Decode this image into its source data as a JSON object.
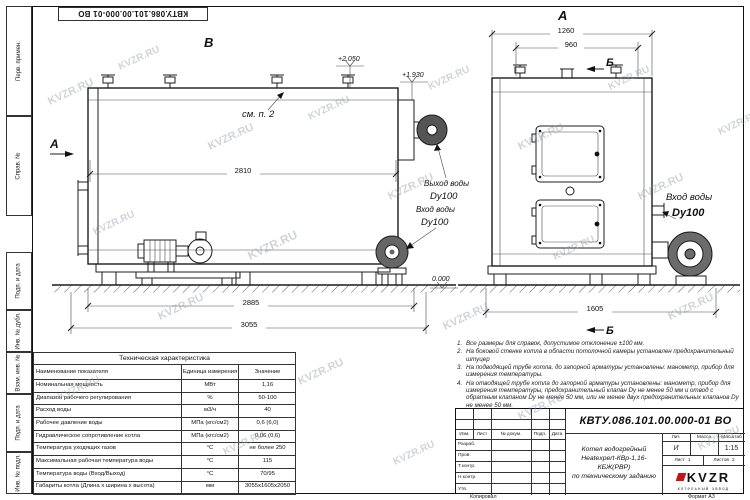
{
  "watermark": {
    "text": "KVZR.RU"
  },
  "frame": {
    "left_fields": [
      "Перв. примен.",
      "Справ. №",
      "Подп. и дата",
      "Инв. № дубл.",
      "Взам. инв. №",
      "Подп. и дата",
      "Инв. № подл."
    ]
  },
  "views": {
    "side_view_label": "В",
    "front_view_label": "А",
    "view_arrow_label": "А",
    "section_label": "Б",
    "see_note": "см. п. 2",
    "elev_top": "+2.050",
    "elev_duct": "+1.930",
    "elev_zero": "0.000",
    "water_outlet": "Выход воды",
    "water_inlet": "Вход воды",
    "dn": "Dy100"
  },
  "dims": {
    "l1": "2810",
    "l2": "2885",
    "l3": "3055",
    "w1": "1260",
    "w2": "960",
    "w3": "1605"
  },
  "notes": {
    "items": [
      {
        "n": "1.",
        "text": "Все размеры для справок, допустимое отклонение ±100 мм."
      },
      {
        "n": "2.",
        "text": "На боковой стенке котла в области потолочной камеры установлен предохранительный штуцер"
      },
      {
        "n": "3.",
        "text": "На подводящей трубе котла, до запорной арматуры установлены: манометр, прибор для измерения температуры."
      },
      {
        "n": "4.",
        "text": "На отводящей трубе котла до запорной арматуры установлены: манометр, прибор для измерения температуры, предохранительный клапан Dy не менее 50 мм и отвод с обратным клапаном Dy не менее 50 мм, или не менее двух предохранительных клапанов Dy не менее 50 мм."
      }
    ]
  },
  "table": {
    "title": "Техническая характеристика",
    "headers": {
      "name": "Наименование показателя",
      "unit": "Единица измерения",
      "value": "Значение"
    },
    "rows": [
      {
        "name": "Номинальная мощность",
        "unit": "МВт",
        "value": "1,16"
      },
      {
        "name": "Диапазон рабочего регулирования",
        "unit": "%",
        "value": "50-100"
      },
      {
        "name": "Расход воды",
        "unit": "м3/ч",
        "value": "40"
      },
      {
        "name": "Рабочее давление воды",
        "unit": "МПа (кгс/см2)",
        "value": "0,6 (6,0)"
      },
      {
        "name": "Гидравлическое сопротивление котла",
        "unit": "МПа (кгс/см2)",
        "value": "0,06 (0,6)"
      },
      {
        "name": "Температура уходящих газов",
        "unit": "°С",
        "value": "не более 250"
      },
      {
        "name": "Максимальная рабочая температура воды",
        "unit": "°С",
        "value": "115"
      },
      {
        "name": "Температура воды (Вход/Выход)",
        "unit": "°С",
        "value": "70/95"
      },
      {
        "name": "Габариты котла (Длина х ширина х высота)",
        "unit": "мм",
        "value": "3055х1605х2050"
      }
    ]
  },
  "titleblock": {
    "doc_number": "КВТУ.086.101.00.000-01 ВО",
    "header_cells": [
      "Изм.",
      "Лист",
      "№ докум.",
      "Подп.",
      "Дата"
    ],
    "roles": [
      "Разраб.",
      "Пров.",
      "Т.контр.",
      "Н.контр.",
      "Утв."
    ],
    "title_line1": "Котел водогрейный",
    "title_line2": "Heatexpert-КВр-1,16-КБЖ(РВР)",
    "title_line3": "по техническому заданию",
    "lit_label": "Лит.",
    "mass_label": "Масса",
    "scale_label": "Масштаб",
    "lit_value": "И",
    "scale_value": "1:15",
    "sheet_label": "Лист",
    "sheet_value": "1",
    "sheets_label": "Листов",
    "sheets_value": "2",
    "logo_text": "KVZR",
    "logo_sub": "котельный завод",
    "kopiroval": "Копировал",
    "format": "Формат А3"
  }
}
